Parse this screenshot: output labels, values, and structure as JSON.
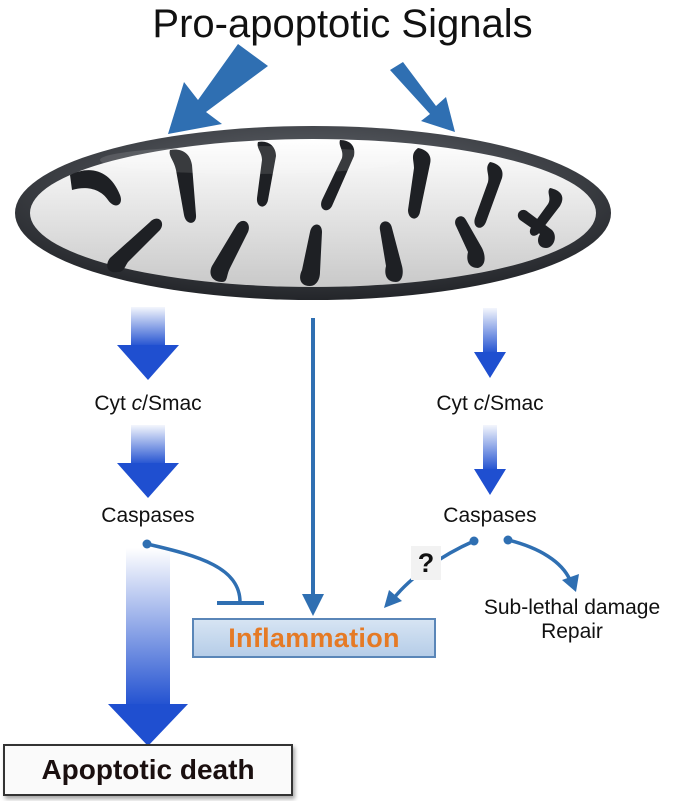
{
  "title": "Pro-apoptotic Signals",
  "left_branch": {
    "cyt_prefix": "Cyt ",
    "cyt_italic": "c",
    "cyt_suffix": "/Smac",
    "caspases": "Caspases"
  },
  "right_branch": {
    "cyt_prefix": "Cyt ",
    "cyt_italic": "c",
    "cyt_suffix": "/Smac",
    "caspases": "Caspases",
    "question_mark": "?",
    "outcome_line1": "Sub-lethal damage",
    "outcome_line2": "Repair"
  },
  "inflammation_label": "Inflammation",
  "apoptotic_death_label": "Apoptotic death",
  "colors": {
    "arrow_blue": "#2f6fb2",
    "gradient_arrow": "#1f4fd0",
    "inflammation_text": "#e57a25",
    "mitochondrion_outer": "#3a3d42"
  },
  "icons": [
    "mitochondrion-icon",
    "arrow-icon",
    "inhibition-bar-icon"
  ]
}
